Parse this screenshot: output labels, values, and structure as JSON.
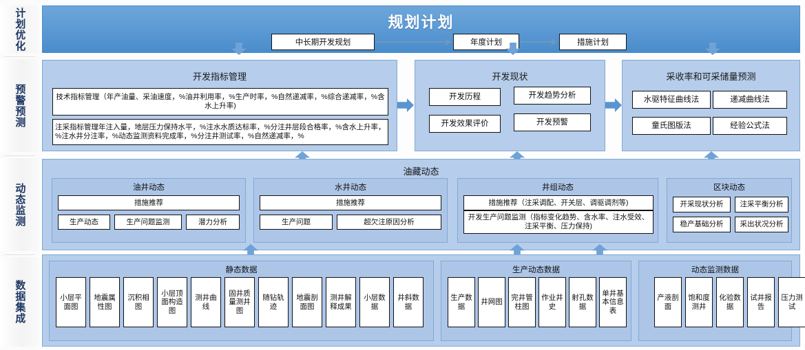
{
  "sidebar": {
    "items": [
      {
        "label": "计划优化"
      },
      {
        "label": "预警预测"
      },
      {
        "label": "动态监测"
      },
      {
        "label": "数据集成"
      }
    ]
  },
  "banner": {
    "title": "规划计划",
    "flow": [
      {
        "label": "中长期开发规划"
      },
      {
        "label": "年度计划"
      },
      {
        "label": "措施计划"
      }
    ]
  },
  "row2": {
    "dev_index": {
      "title": "开发指标管理",
      "items": [
        {
          "label": "技术指标管理（年产油量、采油速度，%油井利用率，%生产时率，%自然递减率，%综合递减率，%含水上升率)"
        },
        {
          "label": "注采指标管理年注入量，地层压力保持水平，%注水水质达标率，%分注井层段合格率，%含水上升率，%注水井分注率，%动态监测资料完成率，%分注井测试率，%自然递减率，%"
        }
      ]
    },
    "dev_status": {
      "title": "开发现状",
      "items": [
        {
          "label": "开发历程"
        },
        {
          "label": "开发趋势分析"
        },
        {
          "label": "开发效果评价"
        },
        {
          "label": "开发预警"
        }
      ]
    },
    "recovery": {
      "title": "采收率和可采储量预测",
      "items": [
        {
          "label": "水驱特征曲线法"
        },
        {
          "label": "递减曲线法"
        },
        {
          "label": "童氏图版法"
        },
        {
          "label": "经验公式法"
        }
      ]
    }
  },
  "row3": {
    "title": "油藏动态",
    "groups": [
      {
        "title": "油井动态",
        "wide": [
          {
            "label": "措施推荐"
          }
        ],
        "items": [
          {
            "label": "生产动态"
          },
          {
            "label": "生产问题监测"
          },
          {
            "label": "潜力分析"
          }
        ]
      },
      {
        "title": "水井动态",
        "wide": [
          {
            "label": "措施推荐"
          }
        ],
        "items": [
          {
            "label": "生产问题"
          },
          {
            "label": "超欠注原因分析"
          }
        ]
      },
      {
        "title": "井组动态",
        "wide": [
          {
            "label": "措施推荐（注采调配、开关层、调驱调剂等)"
          },
          {
            "label": "开发生产问题监测（指标变化趋势、含水率、注水受效、注采平衡、压力保持)"
          }
        ],
        "items": []
      },
      {
        "title": "区块动态",
        "wide": [],
        "items": [
          {
            "label": "开采现状分析"
          },
          {
            "label": "注采平衡分析"
          },
          {
            "label": "稳产基础分析"
          },
          {
            "label": "采出状况分析"
          }
        ]
      }
    ]
  },
  "row4": {
    "groups": [
      {
        "title": "静态数据",
        "items": [
          {
            "label": "小层平面图"
          },
          {
            "label": "地震属性图"
          },
          {
            "label": "沉积相图"
          },
          {
            "label": "小层顶面构造图"
          },
          {
            "label": "测井曲线"
          },
          {
            "label": "固井质量测井图"
          },
          {
            "label": "随钻轨迹"
          },
          {
            "label": "地震剖面图"
          },
          {
            "label": "测井解释成果"
          },
          {
            "label": "小层数据"
          },
          {
            "label": "井斜数据"
          }
        ]
      },
      {
        "title": "生产动态数据",
        "items": [
          {
            "label": "生产数据"
          },
          {
            "label": "井网图"
          },
          {
            "label": "完井管柱图"
          },
          {
            "label": "作业井史"
          },
          {
            "label": "射孔数据"
          },
          {
            "label": "单井基本信息表"
          }
        ]
      },
      {
        "title": "动态监测数据",
        "items": [
          {
            "label": "产液剖面"
          },
          {
            "label": "饱和度测井"
          },
          {
            "label": "化验数据"
          },
          {
            "label": "试井报告"
          },
          {
            "label": "压力测试"
          }
        ]
      }
    ]
  },
  "colors": {
    "banner_from": "#6ea6da",
    "banner_to": "#4a8ccb",
    "panel_bg": "#b6cdeb",
    "subpanel_bg": "#adc6e8",
    "panel_border": "#7fa9d4",
    "sidebar_text": "#1f3864",
    "arrow": "#6fa2d6"
  }
}
